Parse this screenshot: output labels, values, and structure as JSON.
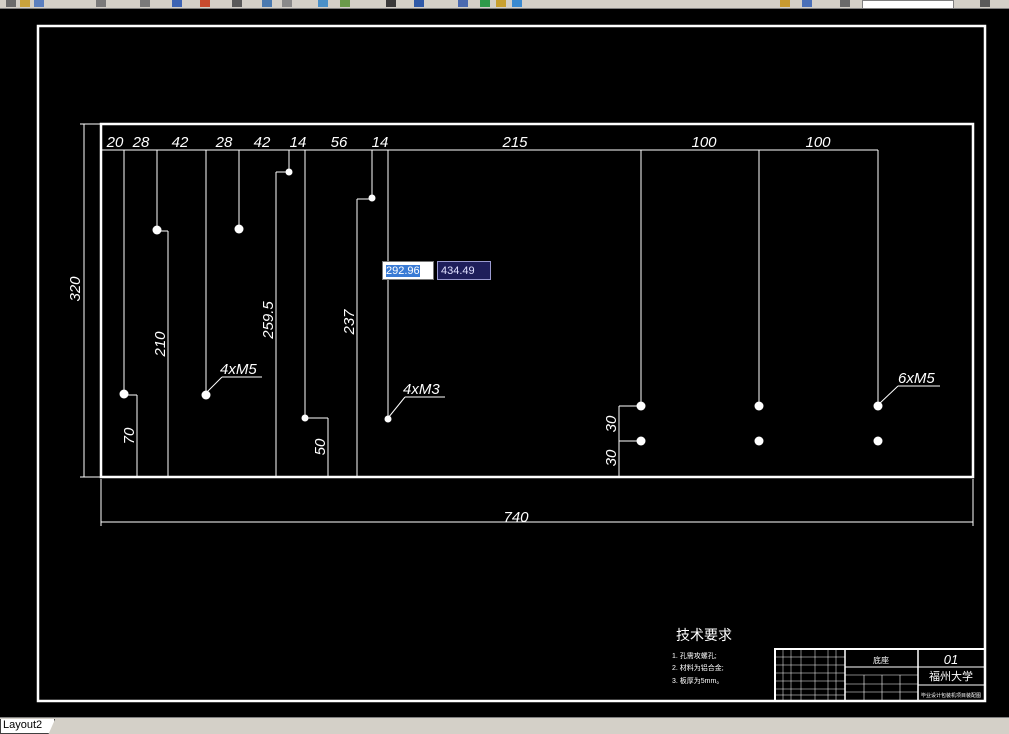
{
  "window": {
    "layout_tab": "Layout2"
  },
  "dynamic_input": {
    "x_value": "292.96",
    "y_value": "434.49"
  },
  "dimensions": {
    "top": [
      "20",
      "28",
      "42",
      "28",
      "42",
      "14",
      "56",
      "14",
      "215",
      "100",
      "100"
    ],
    "left_total": "320",
    "bottom_total": "740",
    "vertical": [
      "210",
      "259.5",
      "237",
      "70",
      "50",
      "30",
      "30"
    ]
  },
  "callouts": [
    "4xM5",
    "4xM3",
    "6xM5"
  ],
  "notes": {
    "title": "技术要求",
    "items": [
      "1. 孔需攻螺孔;",
      "2. 材料为铝合金;",
      "3. 板厚为5mm。"
    ]
  },
  "title_block": {
    "part_name": "底座",
    "drawing_no": "01",
    "organization": "福州大学",
    "project": "毕业设计包装机项目装配图"
  },
  "colors": {
    "background": "#000000",
    "lines": "#ffffff",
    "ui": "#d4d0c8"
  }
}
